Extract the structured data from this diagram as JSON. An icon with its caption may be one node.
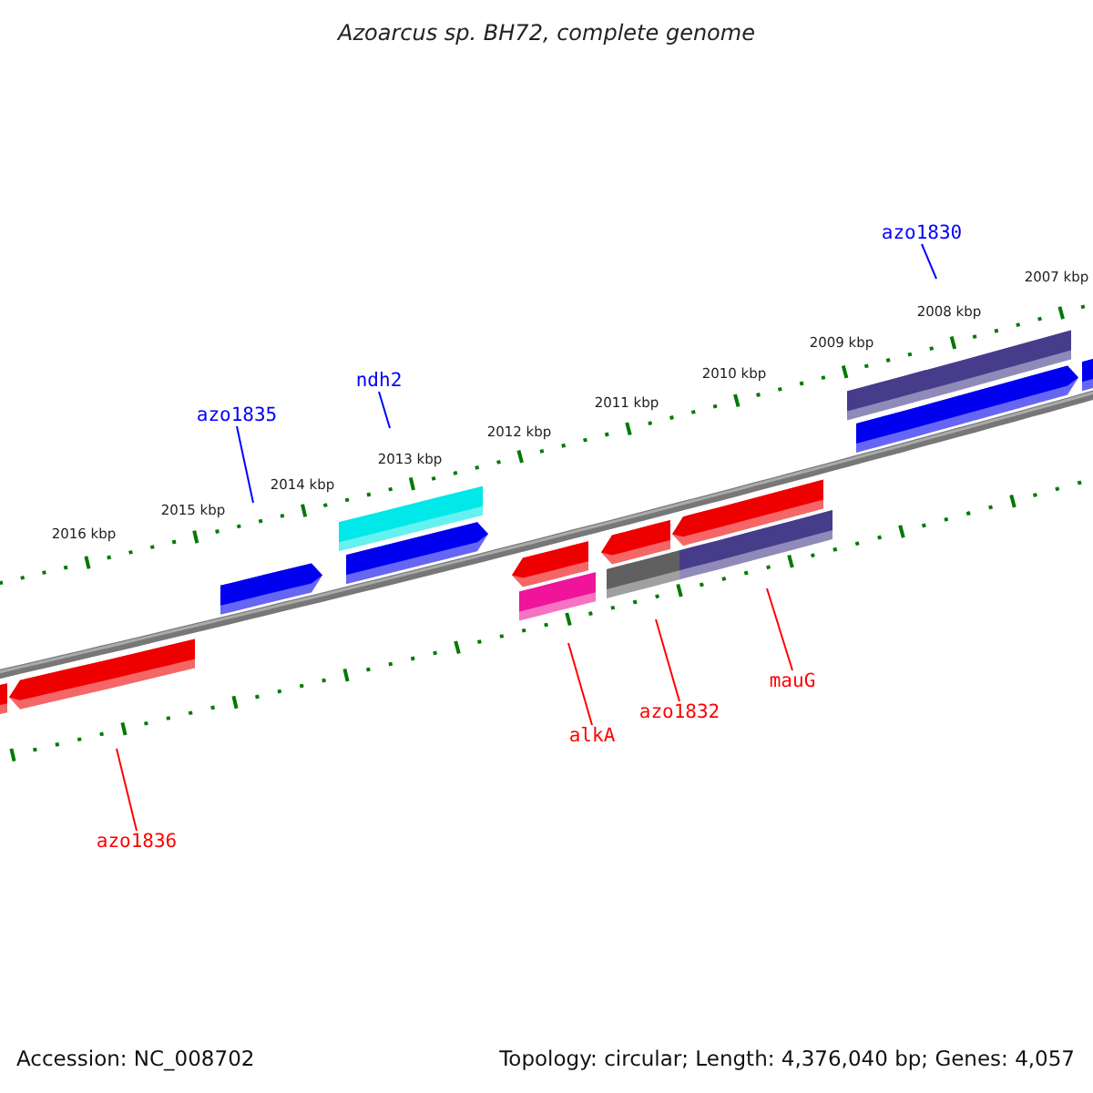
{
  "diagram": {
    "title": "Azoarcus sp. BH72, complete genome",
    "nodes": [
      {
        "text": [
          "azo1830"
        ]
      },
      {
        "text": [
          "ndh2"
        ]
      },
      {
        "text": [
          "azo1835"
        ]
      },
      {
        "text": [
          "mauG"
        ]
      },
      {
        "text": [
          "azo1832"
        ]
      },
      {
        "text": [
          "alkA"
        ]
      },
      {
        "text": [
          "azo1836"
        ]
      }
    ],
    "edges": [
      {
        "from": 0,
        "to": null,
        "arrow": "none",
        "color": "#0000ff"
      },
      {
        "from": 1,
        "to": null,
        "arrow": "none",
        "color": "#0000ff"
      },
      {
        "from": 2,
        "to": null,
        "arrow": "none",
        "color": "#0000ff"
      },
      {
        "from": 3,
        "to": null,
        "arrow": "none",
        "color": "#ff0000"
      },
      {
        "from": 4,
        "to": null,
        "arrow": "none",
        "color": "#ff0000"
      },
      {
        "from": 5,
        "to": null,
        "arrow": "none",
        "color": "#ff0000"
      },
      {
        "from": 6,
        "to": null,
        "arrow": "none",
        "color": "#ff0000"
      }
    ],
    "labels": [
      "2007 kbp",
      "2008 kbp",
      "2009 kbp",
      "2010 kbp",
      "2011 kbp",
      "2012 kbp",
      "2013 kbp",
      "2014 kbp",
      "2015 kbp",
      "2016 kbp",
      "Accession: NC_008702",
      "Topology: circular; Length: 4,376,040 bp; Genes: 4,057"
    ]
  }
}
